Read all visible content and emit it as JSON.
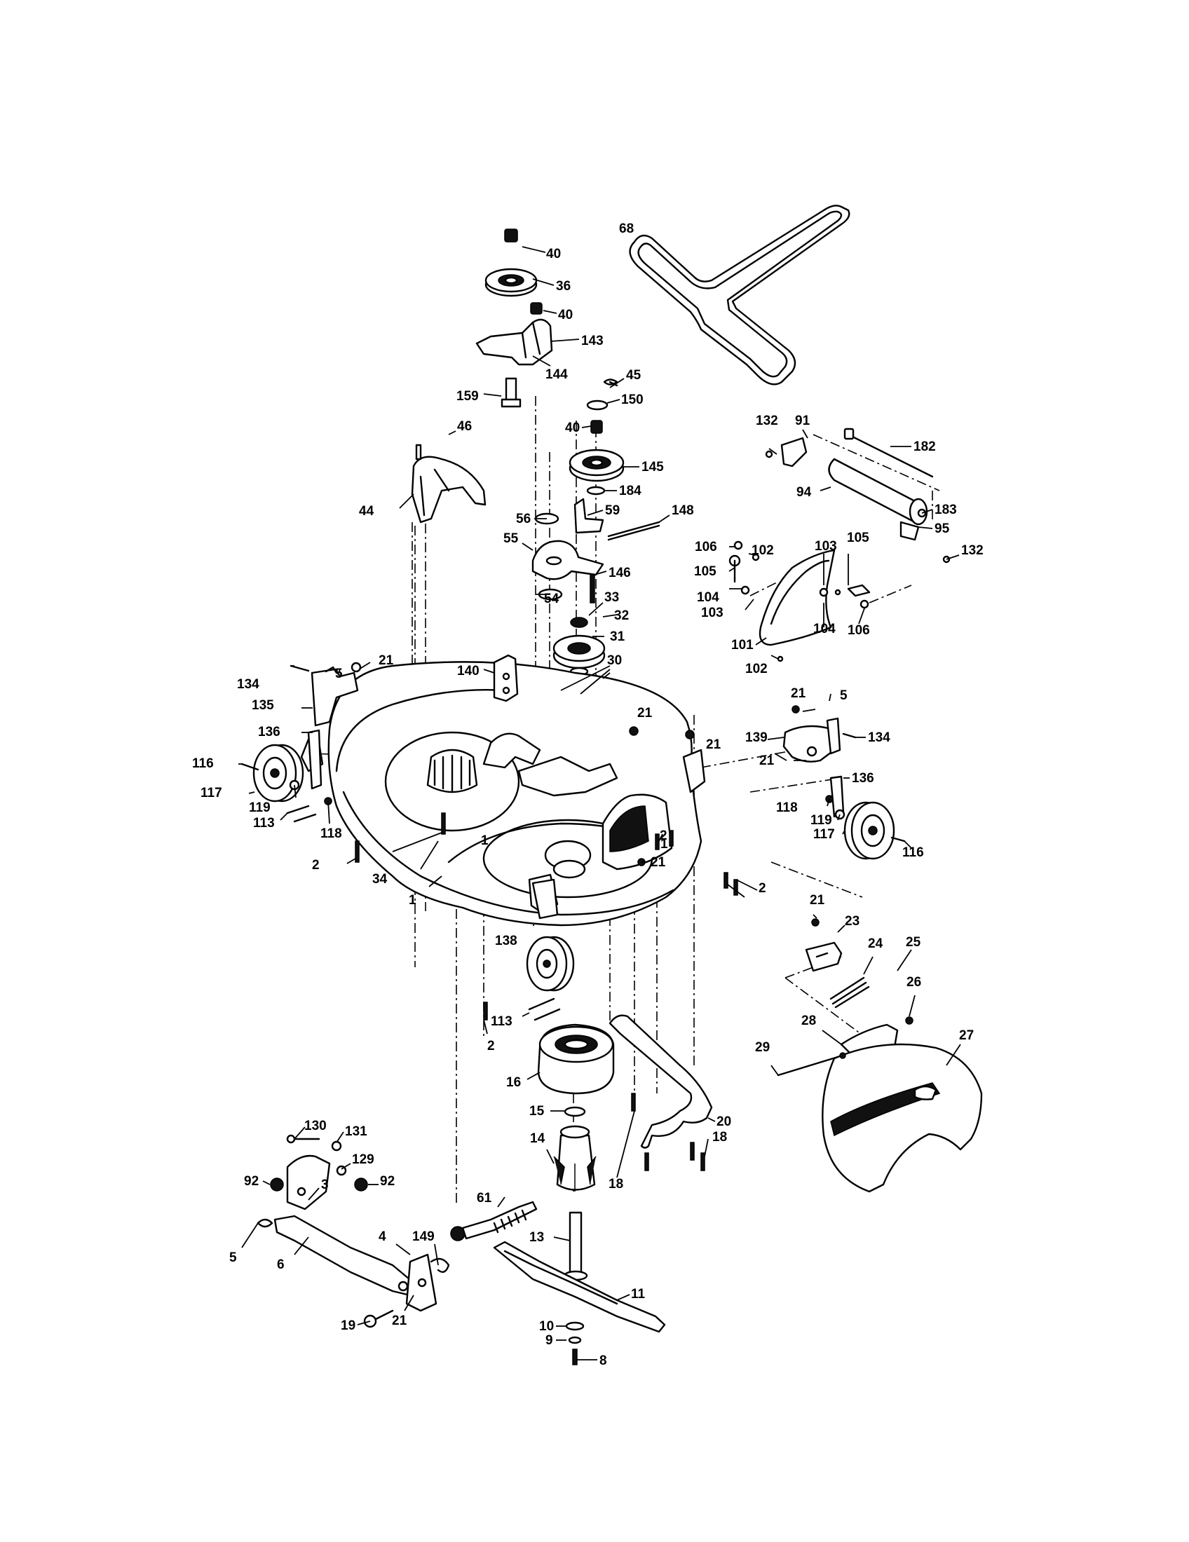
{
  "diagram": {
    "callouts": [
      {
        "id": "c40a",
        "label": "40"
      },
      {
        "id": "c68",
        "label": "68"
      },
      {
        "id": "c36",
        "label": "36"
      },
      {
        "id": "c40b",
        "label": "40"
      },
      {
        "id": "c143",
        "label": "143"
      },
      {
        "id": "c144",
        "label": "144"
      },
      {
        "id": "c45",
        "label": "45"
      },
      {
        "id": "c159",
        "label": "159"
      },
      {
        "id": "c150",
        "label": "150"
      },
      {
        "id": "c40c",
        "label": "40"
      },
      {
        "id": "c46",
        "label": "46"
      },
      {
        "id": "c132a",
        "label": "132"
      },
      {
        "id": "c91",
        "label": "91"
      },
      {
        "id": "c182",
        "label": "182"
      },
      {
        "id": "c145",
        "label": "145"
      },
      {
        "id": "c184",
        "label": "184"
      },
      {
        "id": "c44",
        "label": "44"
      },
      {
        "id": "c94",
        "label": "94"
      },
      {
        "id": "c183",
        "label": "183"
      },
      {
        "id": "c59",
        "label": "59"
      },
      {
        "id": "c148",
        "label": "148"
      },
      {
        "id": "c56",
        "label": "56"
      },
      {
        "id": "c95",
        "label": "95"
      },
      {
        "id": "c132b",
        "label": "132"
      },
      {
        "id": "c55",
        "label": "55"
      },
      {
        "id": "c106a",
        "label": "106"
      },
      {
        "id": "c102a",
        "label": "102"
      },
      {
        "id": "c103a",
        "label": "103"
      },
      {
        "id": "c105a",
        "label": "105"
      },
      {
        "id": "c105b",
        "label": "105"
      },
      {
        "id": "c146",
        "label": "146"
      },
      {
        "id": "c54",
        "label": "54"
      },
      {
        "id": "c33",
        "label": "33"
      },
      {
        "id": "c104a",
        "label": "104"
      },
      {
        "id": "c103b",
        "label": "103"
      },
      {
        "id": "c104b",
        "label": "104"
      },
      {
        "id": "c106b",
        "label": "106"
      },
      {
        "id": "c32",
        "label": "32"
      },
      {
        "id": "c31",
        "label": "31"
      },
      {
        "id": "c101",
        "label": "101"
      },
      {
        "id": "c21a",
        "label": "21"
      },
      {
        "id": "c30",
        "label": "30"
      },
      {
        "id": "c102b",
        "label": "102"
      },
      {
        "id": "c134a",
        "label": "134"
      },
      {
        "id": "c5a",
        "label": "5"
      },
      {
        "id": "c140",
        "label": "140"
      },
      {
        "id": "c135",
        "label": "135"
      },
      {
        "id": "c21b",
        "label": "21"
      },
      {
        "id": "c21c",
        "label": "21"
      },
      {
        "id": "c5b",
        "label": "5"
      },
      {
        "id": "c136a",
        "label": "136"
      },
      {
        "id": "c139",
        "label": "139"
      },
      {
        "id": "c134b",
        "label": "134"
      },
      {
        "id": "c116a",
        "label": "116"
      },
      {
        "id": "c21d",
        "label": "21"
      },
      {
        "id": "c117a",
        "label": "117"
      },
      {
        "id": "c21e",
        "label": "21"
      },
      {
        "id": "c136b",
        "label": "136"
      },
      {
        "id": "c119a",
        "label": "119"
      },
      {
        "id": "c118b",
        "label": "118"
      },
      {
        "id": "c113a",
        "label": "113"
      },
      {
        "id": "c119b",
        "label": "119"
      },
      {
        "id": "c118a",
        "label": "118"
      },
      {
        "id": "c117b",
        "label": "117"
      },
      {
        "id": "c1a",
        "label": "1"
      },
      {
        "id": "c1b",
        "label": "1"
      },
      {
        "id": "c2a",
        "label": "2"
      },
      {
        "id": "c21f",
        "label": "21"
      },
      {
        "id": "c116b",
        "label": "116"
      },
      {
        "id": "c2b",
        "label": "2"
      },
      {
        "id": "c34",
        "label": "34"
      },
      {
        "id": "c2c",
        "label": "2"
      },
      {
        "id": "c1c",
        "label": "1"
      },
      {
        "id": "c21g",
        "label": "21"
      },
      {
        "id": "c23",
        "label": "23"
      },
      {
        "id": "c24",
        "label": "24"
      },
      {
        "id": "c138",
        "label": "138"
      },
      {
        "id": "c25",
        "label": "25"
      },
      {
        "id": "c26",
        "label": "26"
      },
      {
        "id": "c113b",
        "label": "113"
      },
      {
        "id": "c28",
        "label": "28"
      },
      {
        "id": "c27",
        "label": "27"
      },
      {
        "id": "c2d",
        "label": "2"
      },
      {
        "id": "c29",
        "label": "29"
      },
      {
        "id": "c16",
        "label": "16"
      },
      {
        "id": "c15",
        "label": "15"
      },
      {
        "id": "c20",
        "label": "20"
      },
      {
        "id": "c130",
        "label": "130"
      },
      {
        "id": "c131",
        "label": "131"
      },
      {
        "id": "c14",
        "label": "14"
      },
      {
        "id": "c129",
        "label": "129"
      },
      {
        "id": "c92a",
        "label": "92"
      },
      {
        "id": "c92b",
        "label": "92"
      },
      {
        "id": "c3",
        "label": "3"
      },
      {
        "id": "c18a",
        "label": "18"
      },
      {
        "id": "c18b",
        "label": "18"
      },
      {
        "id": "c61",
        "label": "61"
      },
      {
        "id": "c4",
        "label": "4"
      },
      {
        "id": "c149",
        "label": "149"
      },
      {
        "id": "c13",
        "label": "13"
      },
      {
        "id": "c5c",
        "label": "5"
      },
      {
        "id": "c6",
        "label": "6"
      },
      {
        "id": "c11",
        "label": "11"
      },
      {
        "id": "c19",
        "label": "19"
      },
      {
        "id": "c21h",
        "label": "21"
      },
      {
        "id": "c10",
        "label": "10"
      },
      {
        "id": "c9",
        "label": "9"
      },
      {
        "id": "c8",
        "label": "8"
      }
    ]
  }
}
